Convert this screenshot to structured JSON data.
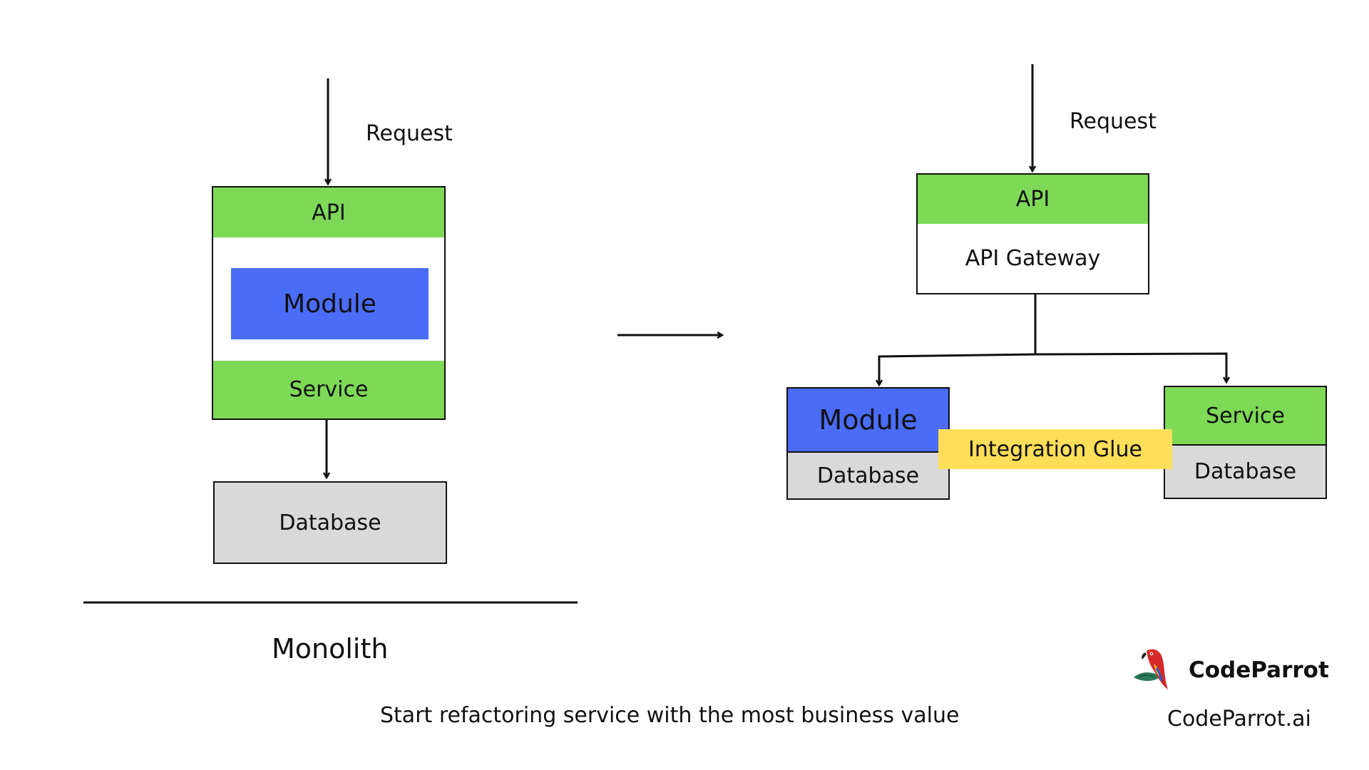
{
  "monolith": {
    "request_label": "Request",
    "api_label": "API",
    "module_label": "Module",
    "service_label": "Service",
    "database_label": "Database",
    "caption": "Monolith"
  },
  "refactored": {
    "request_label": "Request",
    "api_label": "API",
    "gateway_label": "API Gateway",
    "module_label": "Module",
    "module_database_label": "Database",
    "service_label": "Service",
    "service_database_label": "Database",
    "integration_label": "Integration Glue"
  },
  "footer": {
    "description": "Start refactoring service with the most business value",
    "brand_name": "CodeParrot",
    "brand_url": "CodeParrot.ai",
    "logo_icon": "parrot-icon"
  },
  "colors": {
    "api_green": "#7ed957",
    "module_blue": "#4a6cf7",
    "database_gray": "#d9d9d9",
    "glue_yellow": "#ffde59",
    "parrot_red": "#d62828"
  }
}
